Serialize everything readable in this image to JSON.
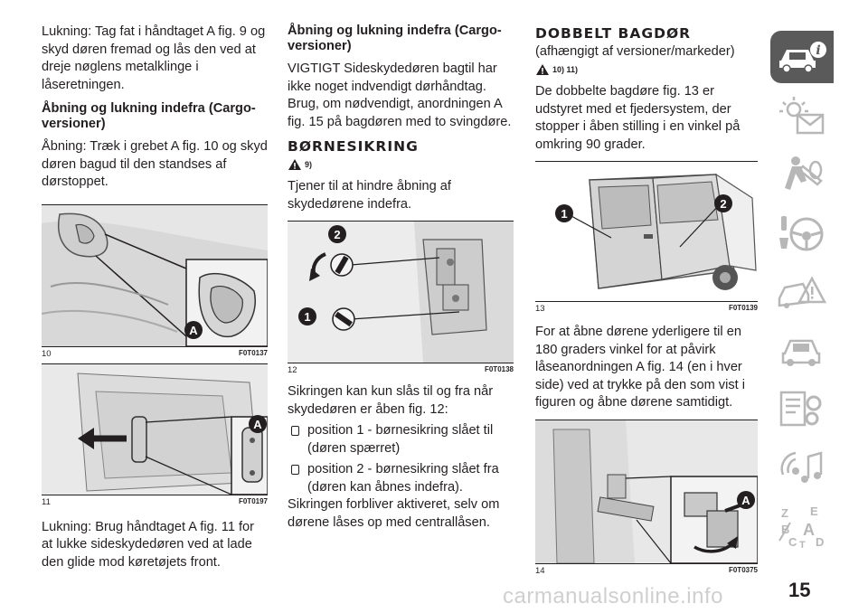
{
  "col1": {
    "p1": "Lukning: Tag fat i håndtaget A fig. 9 og skyd døren fremad og lås den ved at dreje nøglens metalklinge i låseretningen.",
    "h1": "Åbning og lukning indefra (Cargo-versioner)",
    "p2": "Åbning: Træk i grebet A fig. 10 og skyd døren bagud til den standses af dørstoppet.",
    "fig10": {
      "num": "10",
      "code": "F0T0137",
      "label_a": "A"
    },
    "fig11": {
      "num": "11",
      "code": "F0T0197",
      "label_a": "A"
    },
    "p3": "Lukning: Brug håndtaget A fig. 11 for at lukke sideskydedøren ved at lade den glide mod køretøjets front."
  },
  "col2": {
    "h1": "Åbning og lukning indefra (Cargo-versioner)",
    "p1": "VIGTIGT Sideskydedøren bagtil har ikke noget indvendigt dørhåndtag. Brug, om nødvendigt, anordningen A fig. 15 på bagdøren med to svingdøre.",
    "section": "BØRNESIKRING",
    "warnref": "9)",
    "p2": "Tjener til at hindre åbning af skydedørene indefra.",
    "fig12": {
      "num": "12",
      "code": "F0T0138",
      "label_1": "1",
      "label_2": "2"
    },
    "p3": "Sikringen kan kun slås til og fra når skydedøren er åben fig. 12:",
    "bullet1": "position 1 - børnesikring slået til (døren spærret)",
    "bullet2": "position 2 - børnesikring slået fra (døren kan åbnes indefra).",
    "p4": "Sikringen forbliver aktiveret, selv om dørene låses op med centrallåsen."
  },
  "col3": {
    "section": "DOBBELT BAGDØR",
    "lead": "(afhængigt af versioner/markeder)",
    "warnref": "10) 11)",
    "p1": "De dobbelte bagdøre fig. 13 er udstyret med et fjedersystem, der stopper i åben stilling i en vinkel på omkring 90 grader.",
    "fig13": {
      "num": "13",
      "code": "F0T0139",
      "label_1": "1",
      "label_2": "2"
    },
    "p2": "For at åbne dørene yderligere til en 180 graders vinkel for at påvirk låseanordningen A fig. 14 (en i hver side) ved at trykke på den som vist i figuren og åbne dørene samtidigt.",
    "fig14": {
      "num": "14",
      "code": "F0T0375",
      "label_a": "A"
    }
  },
  "sidebar": {
    "items": [
      "car-info-icon",
      "warning-lights-icon",
      "airbag-icon",
      "steering-wheel-icon",
      "breakdown-icon",
      "maintenance-icon",
      "technical-data-icon",
      "multimedia-icon",
      "index-icon"
    ],
    "index_letters": [
      "Z",
      "E",
      "B",
      "A",
      "C",
      "T",
      "D"
    ]
  },
  "page_number": "15",
  "watermark": "carmanualsonline.info",
  "colors": {
    "text": "#231f20",
    "sidebar_active": "#5a5a5a",
    "sidebar_icon": "#b7b7b7",
    "callout": "#231f20"
  }
}
